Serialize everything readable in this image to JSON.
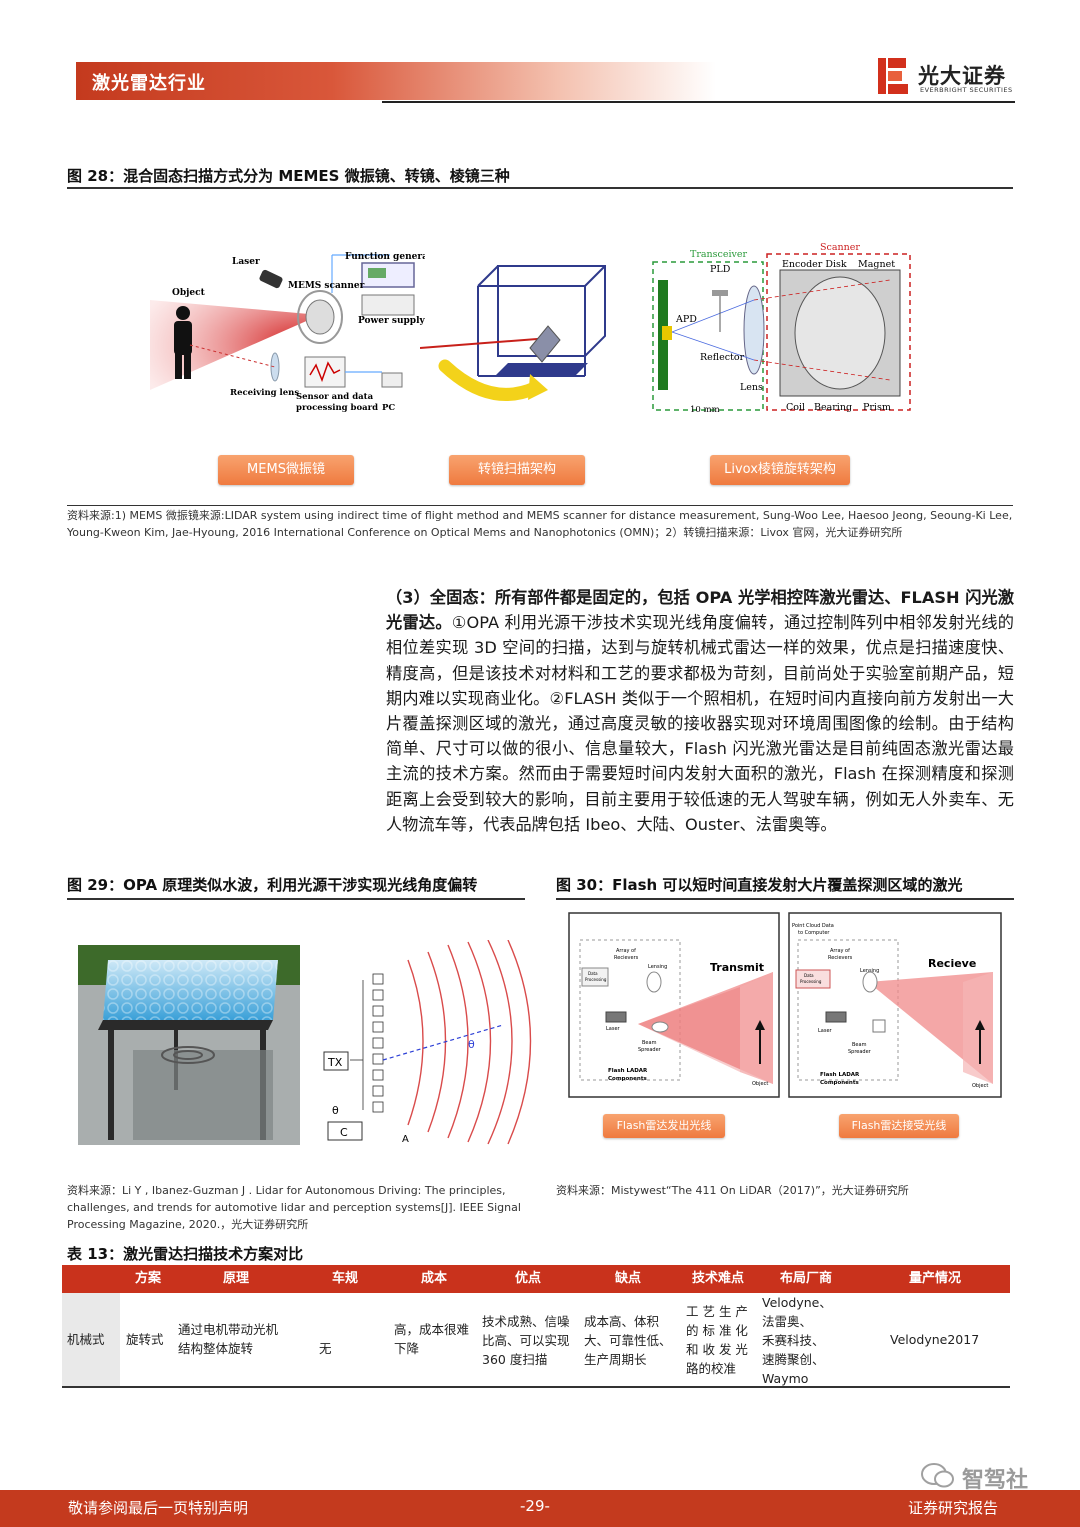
{
  "header": {
    "section_title": "激光雷达行业",
    "logo_cn": "光大证券",
    "logo_en": "EVERBRIGHT SECURITIES"
  },
  "fig28": {
    "caption": "图 28：混合固态扫描方式分为 MEMES 微振镜、转镜、棱镜三种",
    "labels": {
      "laser": "Laser",
      "function_generator": "Function generator",
      "mems_scanner": "MEMS scanner",
      "object": "Object",
      "power_supply": "Power supply",
      "receiving_lens": "Receiving lens",
      "sensor_board": "Sensor and data",
      "sensor_board2": "processing board",
      "pc": "PC",
      "transceiver": "Transceiver",
      "scanner": "Scanner",
      "pld": "PLD",
      "encoder_disk": "Encoder Disk",
      "magnet": "Magnet",
      "apd": "APD",
      "reflector": "Reflector",
      "lens": "Lens",
      "ten_mm": "10 mm",
      "coil": "Coil",
      "bearing": "Bearing",
      "prism": "Prism"
    },
    "buttons": [
      "MEMS微振镜",
      "转镜扫描架构",
      "Livox棱镜旋转架构"
    ],
    "source_line1": "资料来源:1) MEMS 微振镜来源:LIDAR system using indirect time of flight method and MEMS scanner for distance measurement, Sung-Woo Lee, Haesoo Jeong, Seoung-Ki Lee,",
    "source_line2": "Young-Kweon Kim, Jae-Hyoung, 2016 International Conference on Optical Mems and Nanophotonics (OMN)；2）转镜扫描来源：Livox 官网，光大证券研究所"
  },
  "body": {
    "heading": "（3）全固态：所有部件都是固定的，包括 OPA 光学相控阵激光雷达、FLASH 闪光激光雷达。",
    "text": "①OPA 利用光源干涉技术实现光线角度偏转，通过控制阵列中相邻发射光线的相位差实现 3D 空间的扫描，达到与旋转机械式雷达一样的效果，优点是扫描速度快、精度高，但是该技术对材料和工艺的要求都极为苛刻，目前尚处于实验室前期产品，短期内难以实现商业化。②FLASH 类似于一个照相机，在短时间内直接向前方发射出一大片覆盖探测区域的激光，通过高度灵敏的接收器实现对环境周围图像的绘制。由于结构简单、尺寸可以做的很小、信息量较大，Flash 闪光激光雷达是目前纯固态激光雷达最主流的技术方案。然而由于需要短时间内发射大面积的激光，Flash 在探测精度和探测距离上会受到较大的影响，目前主要用于较低速的无人驾驶车辆，例如无人外卖车、无人物流车等，代表品牌包括 Ibeo、大陆、Ouster、法雷奥等。"
  },
  "fig29": {
    "caption": "图 29：OPA 原理类似水波，利用光源干涉实现光线角度偏转",
    "labels": {
      "tx": "TX",
      "theta": "θ",
      "c": "C",
      "a": "A"
    },
    "source_line1": "资料来源：Li Y , Ibanez-Guzman J . Lidar for Autonomous Driving: The principles,",
    "source_line2": "challenges, and trends for automotive lidar and perception systems[J]. IEEE Signal",
    "source_line3": "Processing Magazine, 2020.，光大证券研究所"
  },
  "fig30": {
    "caption": "图 30：Flash 可以短时间直接发射大片覆盖探测区域的激光",
    "left": {
      "title": "Transmit",
      "array": "Array of",
      "receivers": "Recievers",
      "lensing": "Lensing",
      "data": "Data",
      "processing": "Processing",
      "laser": "Laser",
      "beam": "Beam",
      "spreader": "Spreader",
      "flash": "Flash LADAR",
      "components": "Components",
      "object": "Object"
    },
    "right": {
      "title": "Recieve",
      "pc1": "Point Cloud Data",
      "pc2": "to Computer",
      "array": "Array of",
      "receivers": "Recievers",
      "lensing": "Lensing",
      "data": "Data",
      "processing": "Processing",
      "laser": "Laser",
      "beam": "Beam",
      "spreader": "Spreader",
      "flash": "Flash LADAR",
      "components": "Components",
      "object": "Object"
    },
    "buttons": [
      "Flash雷达发出光线",
      "Flash雷达接受光线"
    ],
    "source": "资料来源：Mistywest“The 411 On LiDAR（2017)”，光大证券研究所"
  },
  "table": {
    "caption": "表 13：激光雷达扫描技术方案对比",
    "headers": [
      "方案",
      "原理",
      "车规",
      "成本",
      "优点",
      "缺点",
      "技术难点",
      "布局厂商",
      "量产情况"
    ],
    "row": {
      "category": "机械式",
      "scheme": "旋转式",
      "principle1": "通过电机带动光机",
      "principle2": "结构整体旋转",
      "auto_grade": "无",
      "cost1": "高，成本很难",
      "cost2": "下降",
      "pros1": "技术成熟、信噪",
      "pros2": "比高、可以实现",
      "pros3": "360 度扫描",
      "cons1": "成本高、体积",
      "cons2": "大、可靠性低、",
      "cons3": "生产周期长",
      "diff1": "工 艺 生 产",
      "diff2": "的 标 准 化",
      "diff3": "和 收 发 光",
      "diff4": "路的校准",
      "vendors1": "Velodyne、",
      "vendors2": "法雷奥、",
      "vendors3": "禾赛科技、",
      "vendors4": "速腾聚创、",
      "vendors5": "Waymo",
      "production": "Velodyne2017"
    }
  },
  "footer": {
    "left": "敬请参阅最后一页特别声明",
    "page": "-29-",
    "right": "证券研究报告",
    "watermark": "智驾社"
  }
}
